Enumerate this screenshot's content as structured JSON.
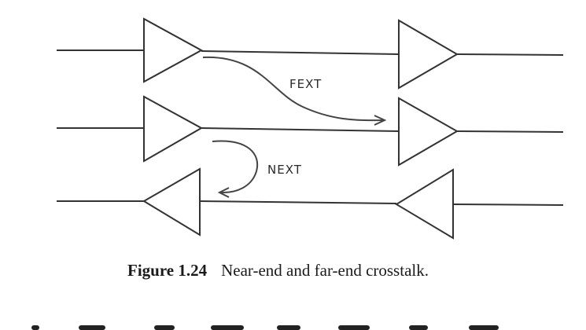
{
  "diagram": {
    "fext_label": "FEXT",
    "next_label": "NEXT"
  },
  "caption": {
    "number": "Figure 1.24",
    "text": "Near-end and far-end crosstalk."
  }
}
